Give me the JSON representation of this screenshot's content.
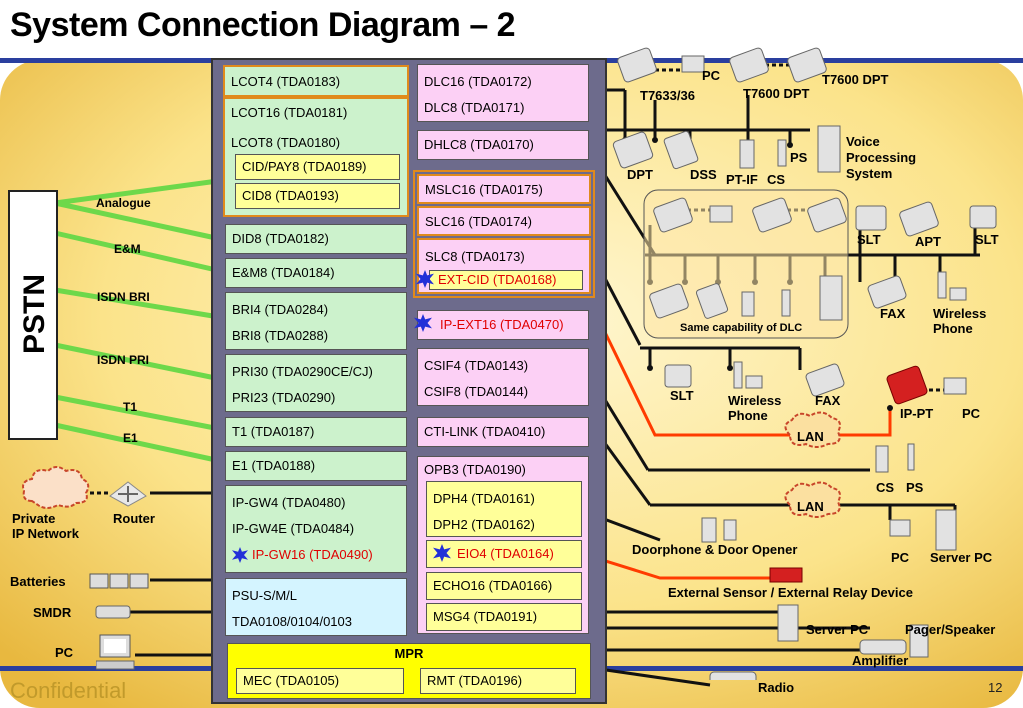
{
  "title": "System Connection Diagram – 2",
  "footer": {
    "confidential": "Confidential",
    "page": "12"
  },
  "pstn": "PSTN",
  "trunk_labels": {
    "analogue": "Analogue",
    "em": "E&M",
    "isdn_bri": "ISDN BRI",
    "isdn_pri": "ISDN PRI",
    "t1": "T1",
    "e1": "E1"
  },
  "left_cards": {
    "lcot4": "LCOT4 (TDA0183)",
    "lcot16": "LCOT16 (TDA0181)",
    "lcot8": "LCOT8 (TDA0180)",
    "cidpay8": "CID/PAY8 (TDA0189)",
    "cid8": "CID8 (TDA0193)",
    "did8": "DID8 (TDA0182)",
    "em8": "E&M8 (TDA0184)",
    "bri4": "BRI4 (TDA0284)",
    "bri8": "BRI8 (TDA0288)",
    "pri30": "PRI30 (TDA0290CE/CJ)",
    "pri23": "PRI23 (TDA0290)",
    "t1": "T1 (TDA0187)",
    "e1": "E1 (TDA0188)",
    "ipgw4": "IP-GW4 (TDA0480)",
    "ipgw4e": "IP-GW4E (TDA0484)",
    "ipgw16": "IP-GW16 (TDA0490)",
    "psu": "PSU-S/M/L",
    "psu_models": "TDA0108/0104/0103"
  },
  "right_cards": {
    "dlc16": "DLC16 (TDA0172)",
    "dlc8": "DLC8 (TDA0171)",
    "dhlc8": "DHLC8 (TDA0170)",
    "mslc16": "MSLC16 (TDA0175)",
    "slc16": "SLC16 (TDA0174)",
    "slc8": "SLC8 (TDA0173)",
    "extcid": "EXT-CID (TDA0168)",
    "ipext16": "IP-EXT16 (TDA0470)",
    "csif4": "CSIF4 (TDA0143)",
    "csif8": "CSIF8 (TDA0144)",
    "ctilink": "CTI-LINK (TDA0410)",
    "opb3": "OPB3 (TDA0190)",
    "dph4": "DPH4 (TDA0161)",
    "dph2": "DPH2 (TDA0162)",
    "eio4": "EIO4 (TDA0164)",
    "echo16": "ECHO16 (TDA0166)",
    "msg4": "MSG4 (TDA0191)"
  },
  "mpr": {
    "label": "MPR",
    "mec": "MEC (TDA0105)",
    "rmt": "RMT (TDA0196)"
  },
  "left_devices": {
    "private": "Private",
    "ip_network": "IP Network",
    "router": "Router",
    "batteries": "Batteries",
    "smdr": "SMDR",
    "pc": "PC"
  },
  "right_devices": {
    "pc_top": "PC",
    "t7633": "T7633/36",
    "t7600a": "T7600 DPT",
    "t7600b": "T7600 DPT",
    "dpt": "DPT",
    "dss": "DSS",
    "ptif": "PT-IF",
    "cs": "CS",
    "ps": "PS",
    "vps1": "Voice",
    "vps2": "Processing",
    "vps3": "System",
    "slt1": "SLT",
    "apt": "APT",
    "slt2": "SLT",
    "fax1": "FAX",
    "wireless1": "Wireless",
    "phone1": "Phone",
    "same_cap": "Same capability of DLC",
    "slt3": "SLT",
    "wireless2": "Wireless",
    "phone2": "Phone",
    "fax2": "FAX",
    "ippt": "IP-PT",
    "pc_ip": "PC",
    "lan": "LAN",
    "cs2": "CS",
    "ps2": "PS",
    "lan2": "LAN",
    "pc2": "PC",
    "server_pc": "Server PC",
    "doorphone": "Doorphone & Door Opener",
    "ext_sensor": "External Sensor / External Relay Device",
    "server_pc2": "Server PC",
    "pager": "Pager/Speaker",
    "amplifier": "Amplifier",
    "radio": "Radio"
  },
  "colors": {
    "chassis": "#6d6b8c",
    "green_card": "#ccf2cc",
    "pink_card": "#fcd0f5",
    "yellow": "#ffff99",
    "orange_border": "#e08a1c",
    "lan_red": "#ff3b00"
  }
}
